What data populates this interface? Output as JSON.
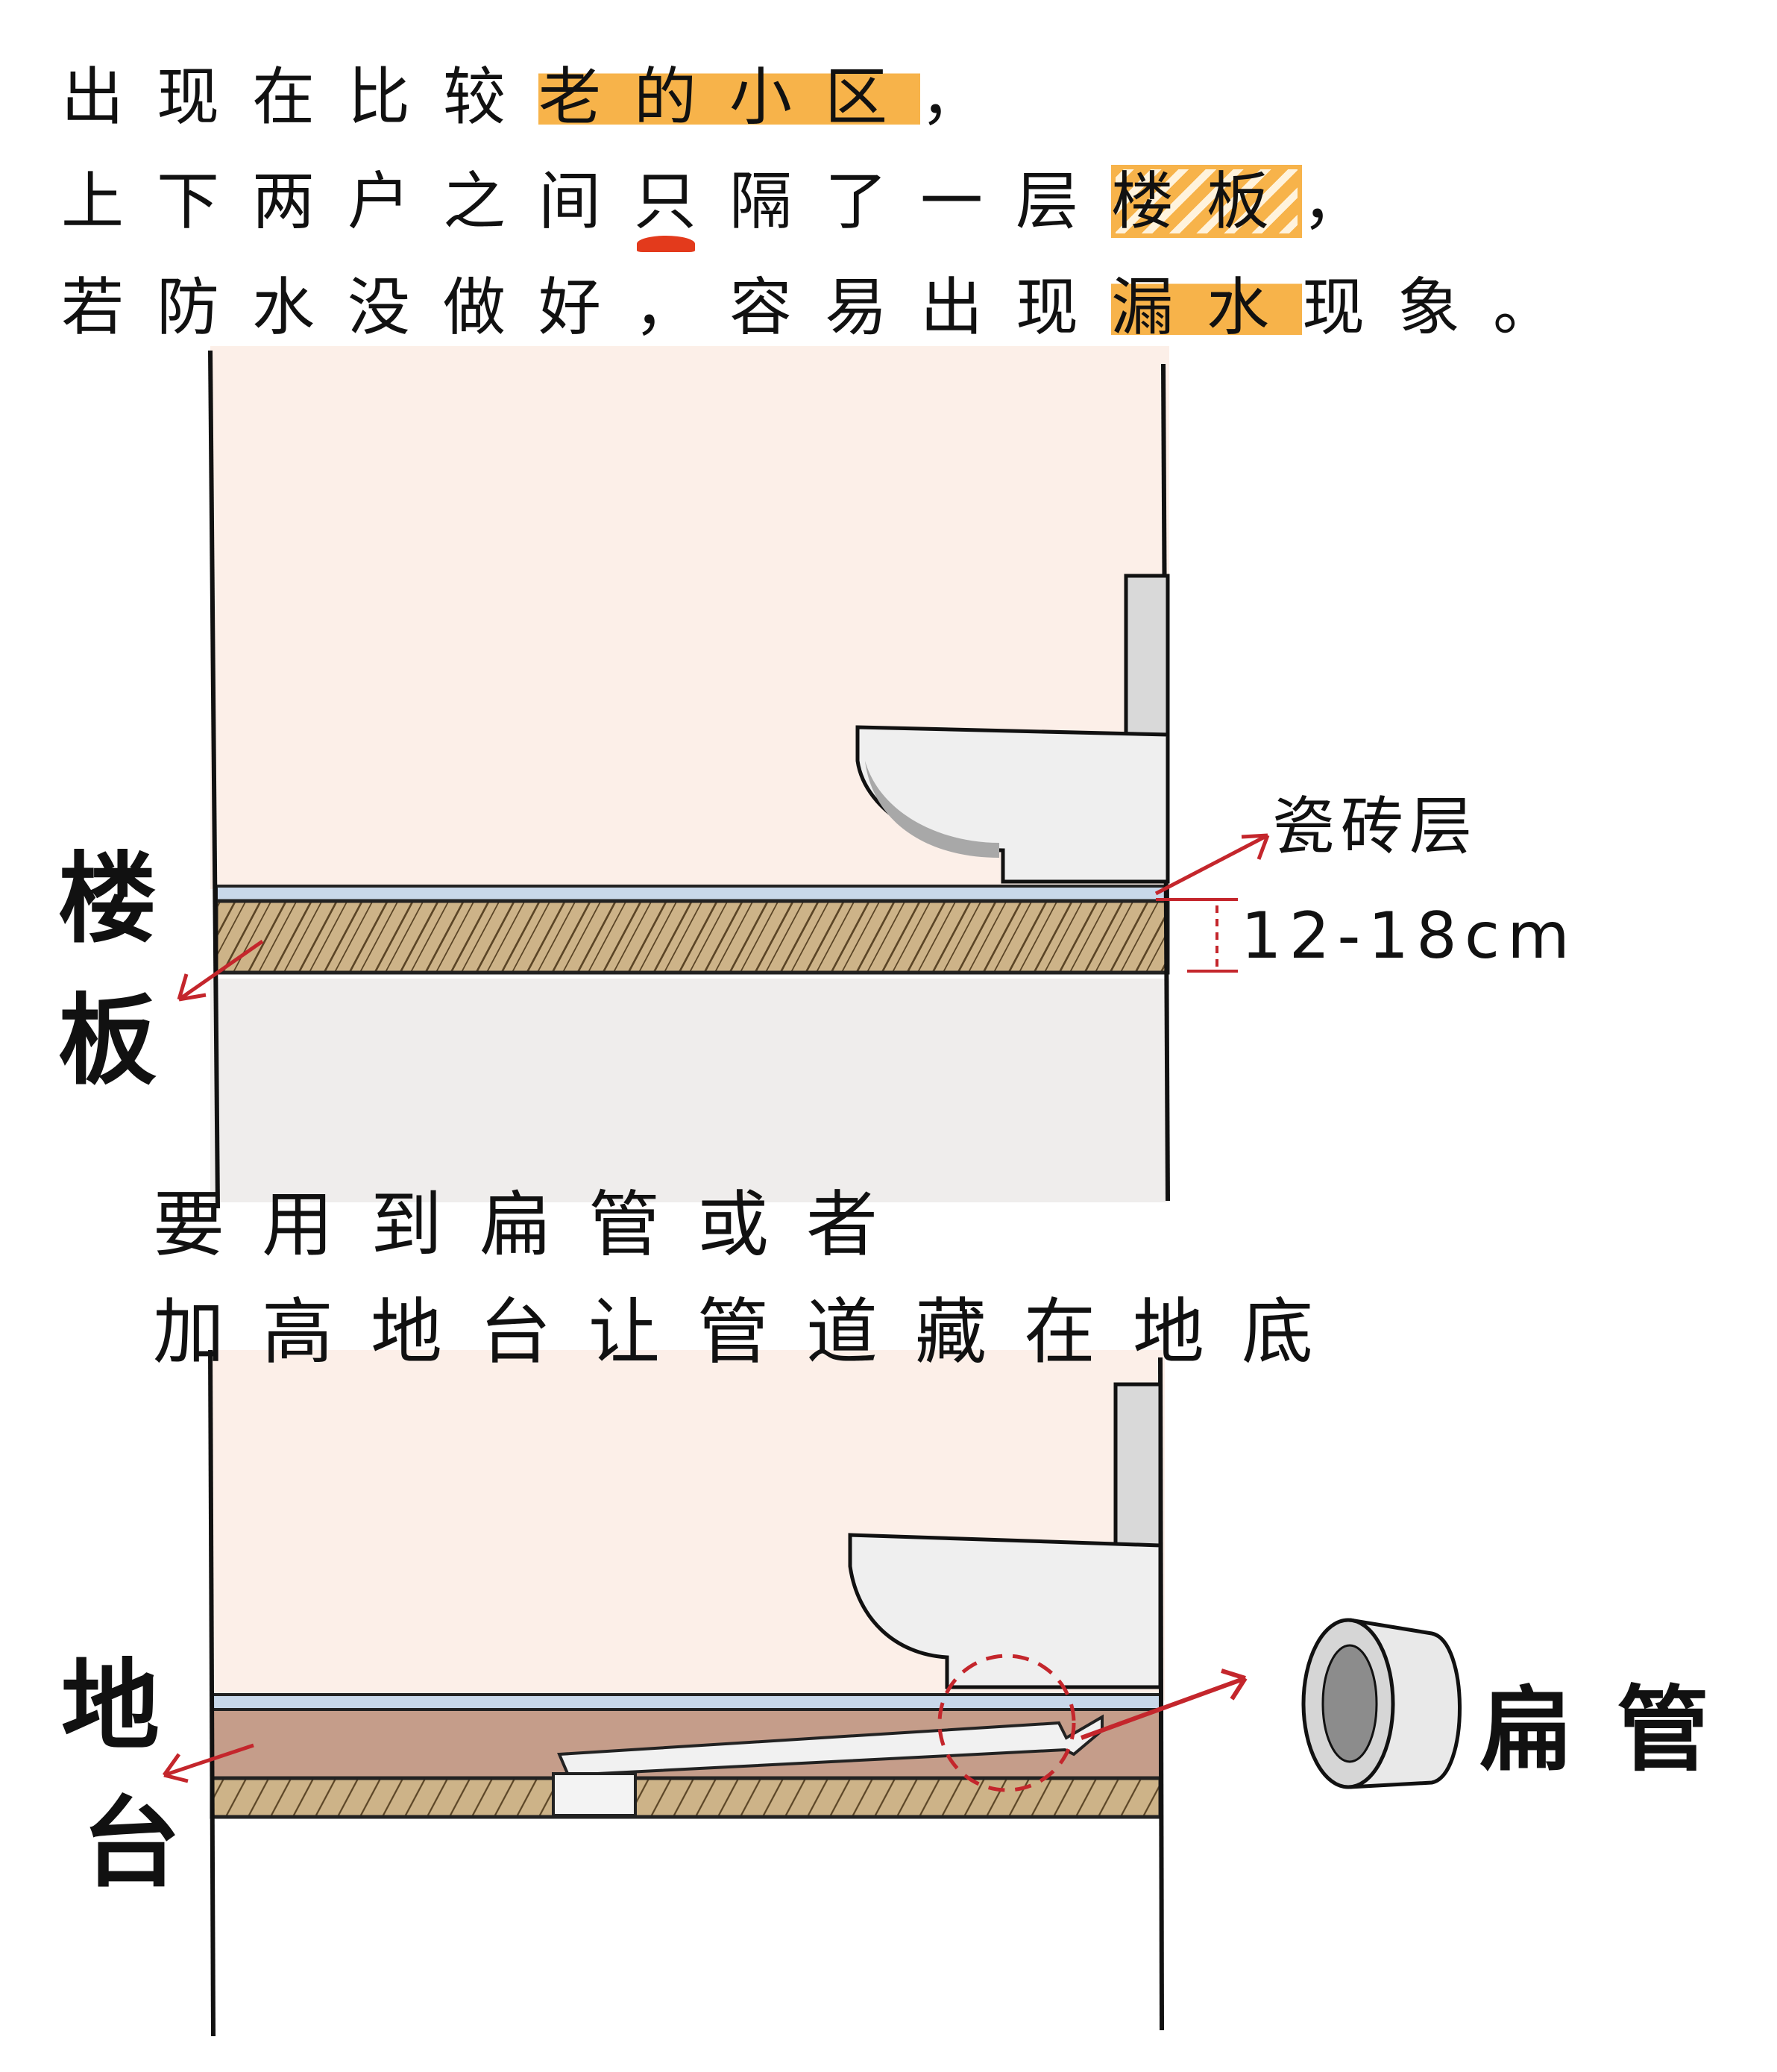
{
  "intro": {
    "line1": {
      "before": "出现在比较",
      "highlight": "老的小区",
      "after": "，"
    },
    "line2": {
      "before": "上下两户之间",
      "accent": "只",
      "middle": "隔了一层",
      "highlight": "楼板",
      "after": "，"
    },
    "line3": {
      "before": "若防水没做好，容易出现",
      "highlight": "漏水",
      "after": "现象。"
    }
  },
  "diagram1": {
    "side_label_top": "楼",
    "side_label_bottom": "板",
    "tile_label": "瓷砖层",
    "thickness_label": "12-18cm"
  },
  "middle_text": {
    "line1": "要用到扁管或者",
    "line2": "加高地台让管道藏在地底"
  },
  "diagram2": {
    "side_label_top": "地",
    "side_label_bottom": "台",
    "pipe_label": "扁管"
  },
  "colors": {
    "highlight": "#f7b34a",
    "wall": "#fcefe8",
    "below_room": "#efedec",
    "slab": "#cdb388",
    "tile": "#c8d8ea",
    "raised_platform": "#c59d8a",
    "arrow_red": "#c4262c"
  }
}
